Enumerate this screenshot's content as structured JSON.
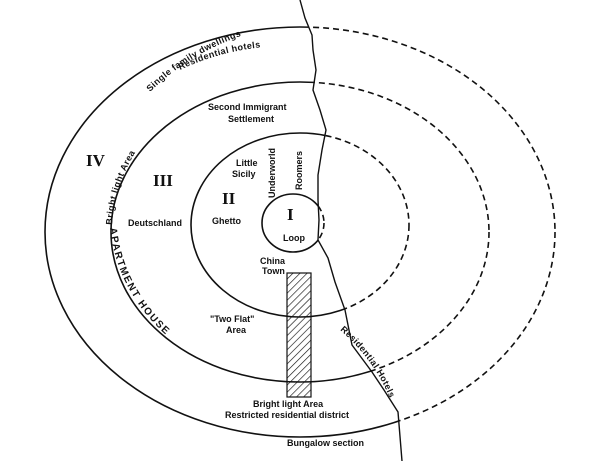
{
  "zones": {
    "i": "I",
    "ii": "II",
    "iii": "III",
    "iv": "IV"
  },
  "labels": {
    "single_family": "Single family dwellings",
    "residential_hotels_top": "Residential hotels",
    "second_immigrant_1": "Second Immigrant",
    "second_immigrant_2": "Settlement",
    "bright_light_area_curved": "Bright light Area",
    "little_sicily_1": "Little",
    "little_sicily_2": "Sicily",
    "underworld": "Underworld",
    "roomers": "Roomers",
    "deutschland": "Deutschland",
    "ghetto": "Ghetto",
    "loop": "Loop",
    "china_town_1": "China",
    "china_town_2": "Town",
    "apartment_house": "APARTMENT HOUSE",
    "two_flat_1": "\"Two Flat\"",
    "two_flat_2": "Area",
    "residential_hotels_right": "Residential Hotels",
    "bright_light_area": "Bright light Area",
    "restricted_residential": "Restricted residential district",
    "bungalow_section": "Bungalow section"
  }
}
